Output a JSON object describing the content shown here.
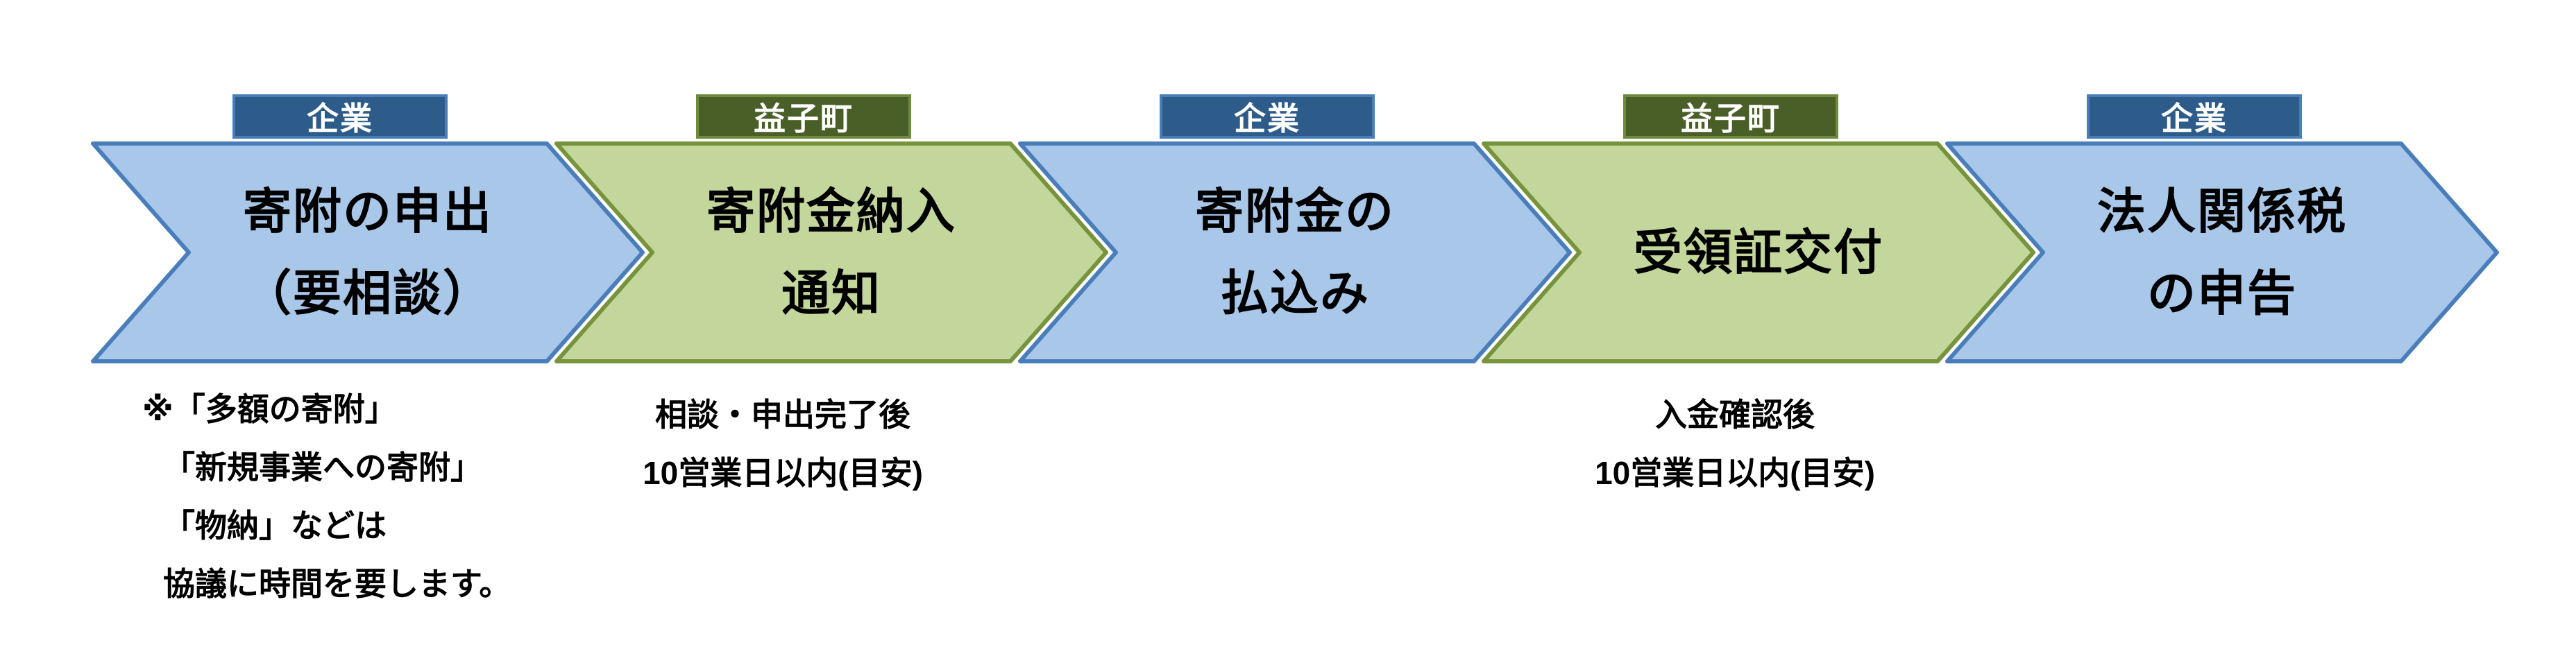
{
  "colors": {
    "blue_fill": "#A9C7E8",
    "blue_stroke": "#4A7EBB",
    "green_fill": "#C3D69B",
    "green_stroke": "#77933C",
    "badge_blue_fill": "#2E5C8A",
    "badge_blue_stroke": "#4A7EBB",
    "badge_green_fill": "#4A5F28",
    "badge_green_stroke": "#6E8B3D",
    "title_text": "#000000",
    "badge_text": "#FFFFFF"
  },
  "steps": [
    {
      "badge": "企業",
      "variant": "blue",
      "lines": [
        "寄附の申出",
        "（要相談）"
      ]
    },
    {
      "badge": "益子町",
      "variant": "green",
      "lines": [
        "寄附金納入",
        "通知"
      ]
    },
    {
      "badge": "企業",
      "variant": "blue",
      "lines": [
        "寄附金の",
        "払込み"
      ]
    },
    {
      "badge": "益子町",
      "variant": "green",
      "lines": [
        "受領証交付"
      ]
    },
    {
      "badge": "企業",
      "variant": "blue",
      "lines": [
        "法人関係税",
        "の申告"
      ]
    }
  ],
  "notes": {
    "step1": {
      "lines": [
        "※「多額の寄附」",
        "「新規事業への寄附」",
        "「物納」などは",
        "協議に時間を要します。"
      ]
    },
    "step2": {
      "lines": [
        "相談・申出完了後",
        "10営業日以内(目安)"
      ]
    },
    "step4": {
      "lines": [
        "入金確認後",
        "10営業日以内(目安)"
      ]
    }
  }
}
